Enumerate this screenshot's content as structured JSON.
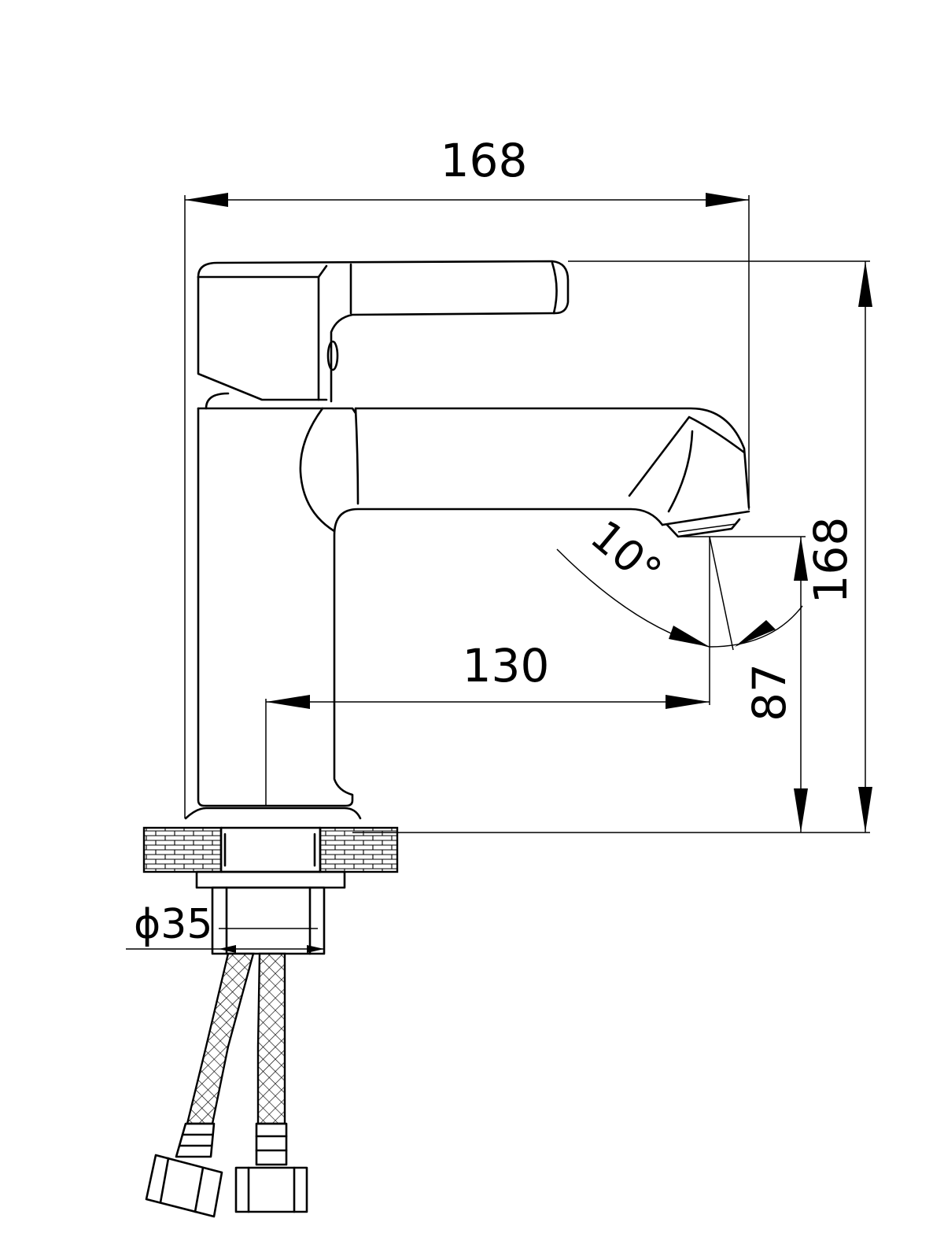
{
  "dimensions": {
    "overall_width": "168",
    "overall_height": "168",
    "spout_reach": "130",
    "spout_height": "87",
    "spout_angle": "10°",
    "connection_diameter": "ϕ35"
  },
  "colors": {
    "line": "#000000",
    "background": "#ffffff"
  }
}
